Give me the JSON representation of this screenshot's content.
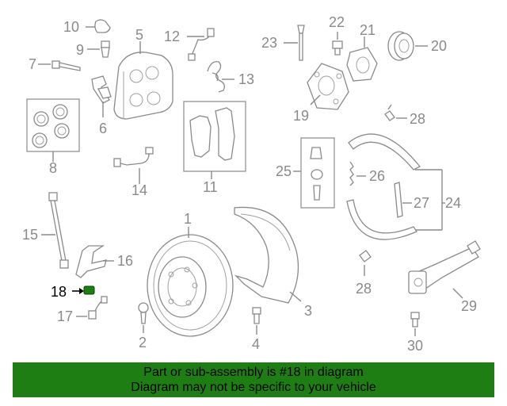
{
  "callouts": [
    {
      "id": "1",
      "label": "1"
    },
    {
      "id": "2",
      "label": "2"
    },
    {
      "id": "3",
      "label": "3"
    },
    {
      "id": "4",
      "label": "4"
    },
    {
      "id": "5",
      "label": "5"
    },
    {
      "id": "6",
      "label": "6"
    },
    {
      "id": "7",
      "label": "7"
    },
    {
      "id": "8",
      "label": "8"
    },
    {
      "id": "9",
      "label": "9"
    },
    {
      "id": "10",
      "label": "10"
    },
    {
      "id": "11",
      "label": "11"
    },
    {
      "id": "12",
      "label": "12"
    },
    {
      "id": "13",
      "label": "13"
    },
    {
      "id": "14",
      "label": "14"
    },
    {
      "id": "15",
      "label": "15"
    },
    {
      "id": "16",
      "label": "16"
    },
    {
      "id": "17",
      "label": "17"
    },
    {
      "id": "18",
      "label": "18"
    },
    {
      "id": "19",
      "label": "19"
    },
    {
      "id": "20",
      "label": "20"
    },
    {
      "id": "21",
      "label": "21"
    },
    {
      "id": "22",
      "label": "22"
    },
    {
      "id": "23",
      "label": "23"
    },
    {
      "id": "24",
      "label": "24"
    },
    {
      "id": "25",
      "label": "25"
    },
    {
      "id": "26",
      "label": "26"
    },
    {
      "id": "27",
      "label": "27"
    },
    {
      "id": "28a",
      "label": "28"
    },
    {
      "id": "28b",
      "label": "28"
    },
    {
      "id": "29",
      "label": "29"
    },
    {
      "id": "30",
      "label": "30"
    }
  ],
  "highlighted_part": "18",
  "colors": {
    "banner_bg": "#1e7e14",
    "highlight_part": "#1e7e14",
    "line_art": "#8a8a8a"
  },
  "banner": {
    "line1": "Part or sub-assembly is #18 in diagram",
    "line2": "Diagram may not be specific to your vehicle"
  }
}
